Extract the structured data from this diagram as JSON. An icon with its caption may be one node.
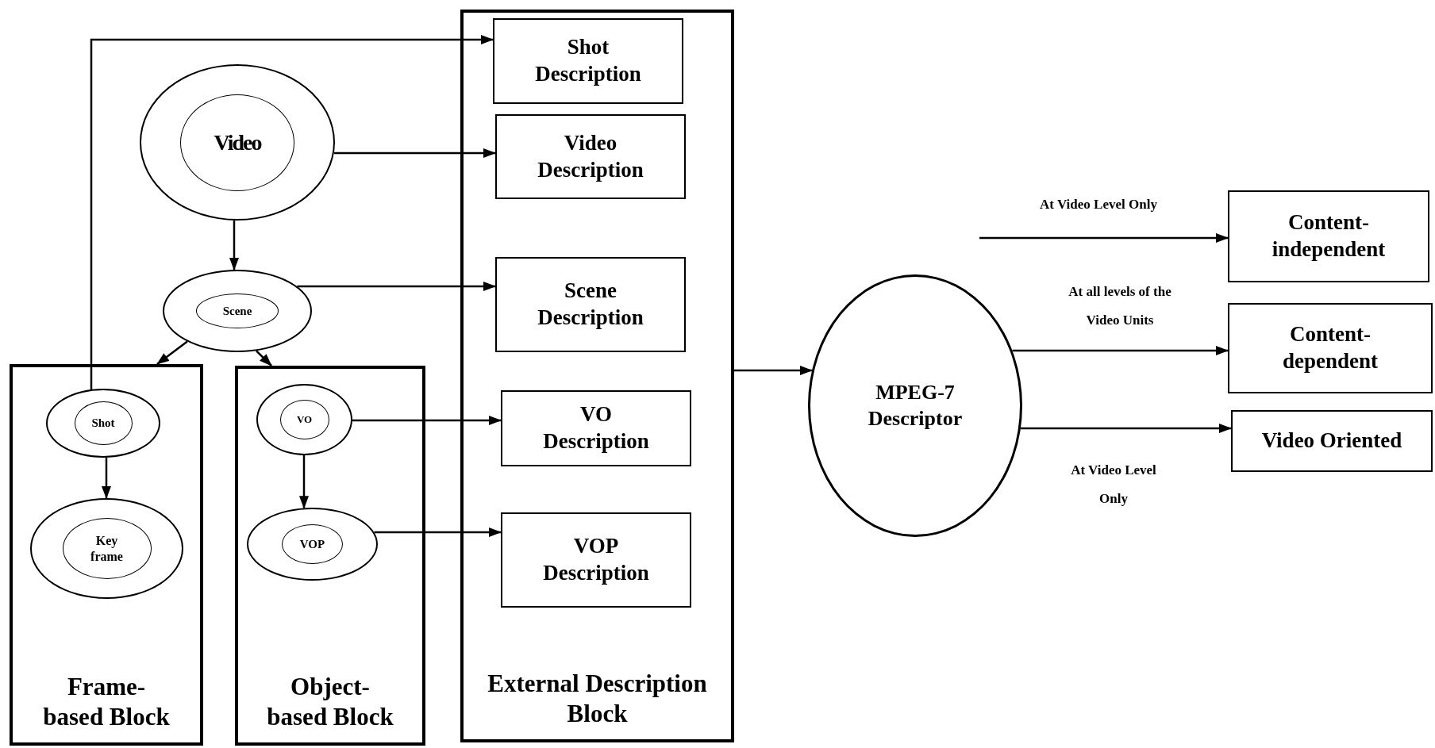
{
  "diagram": {
    "nodes": [
      {
        "text": [
          "Frame- based Block"
        ]
      },
      {
        "text": [
          "Object- based Block"
        ]
      },
      {
        "text": [
          "External Description Block"
        ]
      },
      {
        "text": [
          "Video"
        ]
      },
      {
        "text": [
          "Scene"
        ]
      },
      {
        "text": [
          "Shot"
        ],
        "in": 0
      },
      {
        "text": [
          "Key frame"
        ],
        "in": 0
      },
      {
        "text": [
          "VO"
        ],
        "in": 1
      },
      {
        "text": [
          "VOP"
        ],
        "in": 1
      },
      {
        "text": [
          "Shot Description"
        ],
        "in": 2
      },
      {
        "text": [
          "Video Description"
        ],
        "in": 2
      },
      {
        "text": [
          "Scene Description"
        ],
        "in": 2
      },
      {
        "text": [
          "VO Description"
        ],
        "in": 2
      },
      {
        "text": [
          "VOP Description"
        ],
        "in": 2
      },
      {
        "text": [
          "MPEG-7 Descriptor"
        ]
      },
      {
        "text": [
          "Content- independent"
        ]
      },
      {
        "text": [
          "Content- dependent"
        ]
      },
      {
        "text": [
          "Video Oriented"
        ]
      }
    ],
    "edges": [
      {
        "from": 5,
        "to": 9,
        "arrow": "to"
      },
      {
        "from": 3,
        "to": 10,
        "arrow": "to"
      },
      {
        "from": 3,
        "to": 4,
        "arrow": "to"
      },
      {
        "from": 4,
        "to": 11,
        "arrow": "to"
      },
      {
        "from": 4,
        "to": 0,
        "arrow": "to"
      },
      {
        "from": 4,
        "to": 1,
        "arrow": "to"
      },
      {
        "from": 5,
        "to": 6,
        "arrow": "to"
      },
      {
        "from": 7,
        "to": 8,
        "arrow": "to"
      },
      {
        "from": 7,
        "to": 12,
        "arrow": "to"
      },
      {
        "from": 8,
        "to": 13,
        "arrow": "to"
      },
      {
        "from": 2,
        "to": 14,
        "arrow": "to"
      },
      {
        "from": 14,
        "to": 15,
        "arrow": "to",
        "label": "At Video Level Only"
      },
      {
        "from": 14,
        "to": 16,
        "arrow": "to",
        "label": "At all levels of the Video Units"
      },
      {
        "from": 14,
        "to": 17,
        "arrow": "to",
        "label": "At Video Level Only"
      }
    ]
  }
}
